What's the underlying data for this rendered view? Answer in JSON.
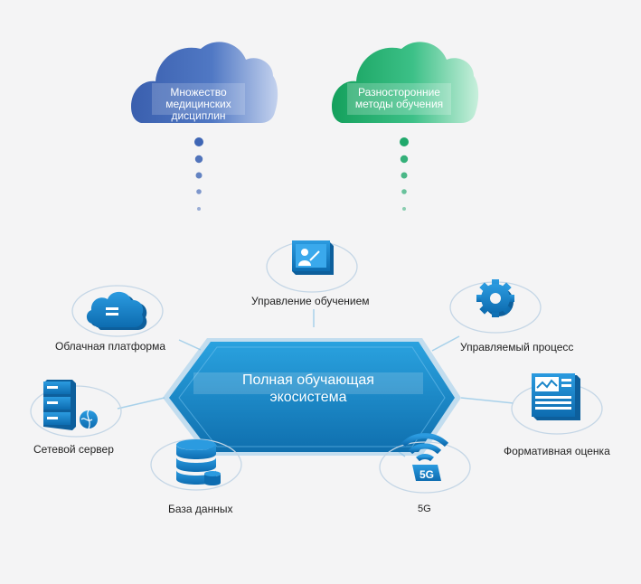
{
  "clouds": {
    "left": {
      "label": "Множество медицинских дисциплин",
      "color": "#3f66b5"
    },
    "right": {
      "label": "Разносторонние методы обучения",
      "color": "#1fa86b"
    }
  },
  "center": {
    "label": "Полная обучающая экосистема",
    "color": "#1a86c9"
  },
  "nodes": {
    "learning_management": {
      "label": "Управление обучением",
      "icon": "presentation-icon"
    },
    "cloud_platform": {
      "label": "Облачная платформа",
      "icon": "cloud-icon"
    },
    "managed_process": {
      "label": "Управляемый процесс",
      "icon": "gear-icon"
    },
    "network_server": {
      "label": "Сетевой сервер",
      "icon": "server-icon"
    },
    "formative_assessment": {
      "label": "Формативная оценка",
      "icon": "chart-board-icon"
    },
    "database": {
      "label": "База данных",
      "icon": "database-icon"
    },
    "fiveg": {
      "label": "5G",
      "icon": "wifi-5g-icon"
    }
  },
  "colors": {
    "accent": "#1a86c9",
    "line": "#9ccbe8",
    "ring": "#c9dbe8"
  }
}
